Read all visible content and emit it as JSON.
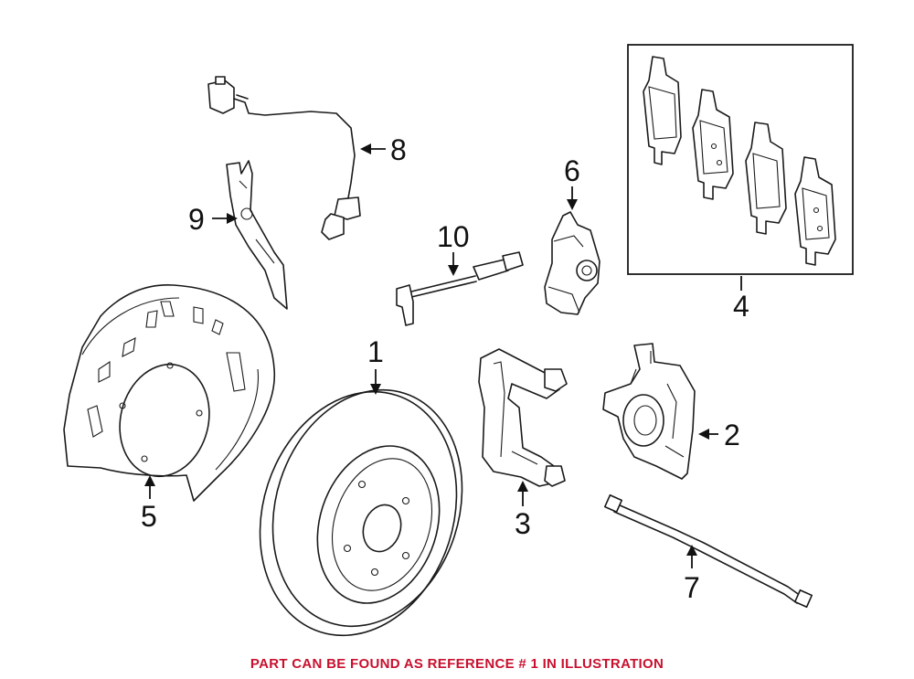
{
  "callouts": {
    "c1": "1",
    "c2": "2",
    "c3": "3",
    "c4": "4",
    "c5": "5",
    "c6": "6",
    "c7": "7",
    "c8": "8",
    "c9": "9",
    "c10": "10"
  },
  "footer_note": "PART CAN BE FOUND AS REFERENCE # 1 IN ILLUSTRATION",
  "colors": {
    "line": "#1a1a1a",
    "footer": "#c8102e"
  }
}
